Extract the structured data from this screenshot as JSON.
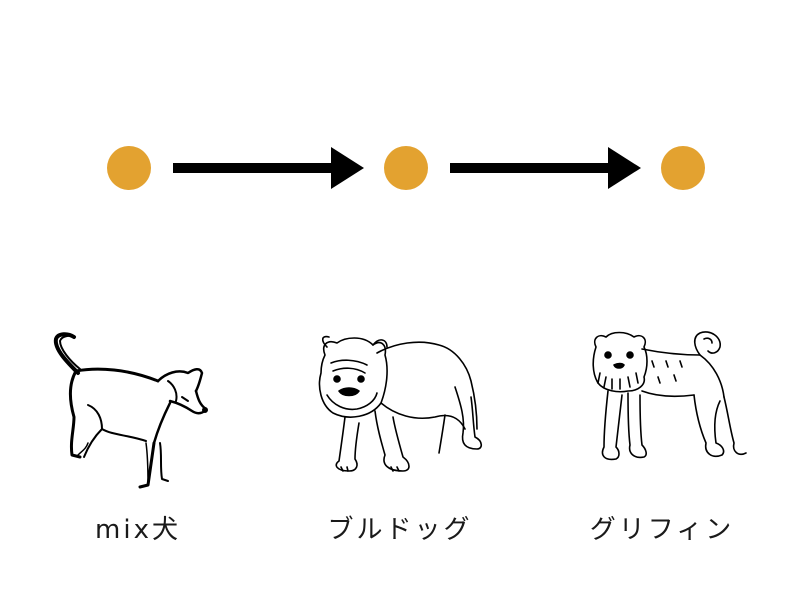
{
  "colors": {
    "node": "#E3A230",
    "arrow": "#000000",
    "text": "#1a1a1a"
  },
  "nodes": [
    {
      "icon": "dot"
    },
    {
      "icon": "dot"
    },
    {
      "icon": "dot"
    }
  ],
  "dogs": [
    {
      "label": "mix犬",
      "icon": "mixed-breed-dog-icon"
    },
    {
      "label": "ブルドッグ",
      "icon": "bulldog-icon"
    },
    {
      "label": "グリフィン",
      "icon": "griffon-dog-icon"
    }
  ]
}
